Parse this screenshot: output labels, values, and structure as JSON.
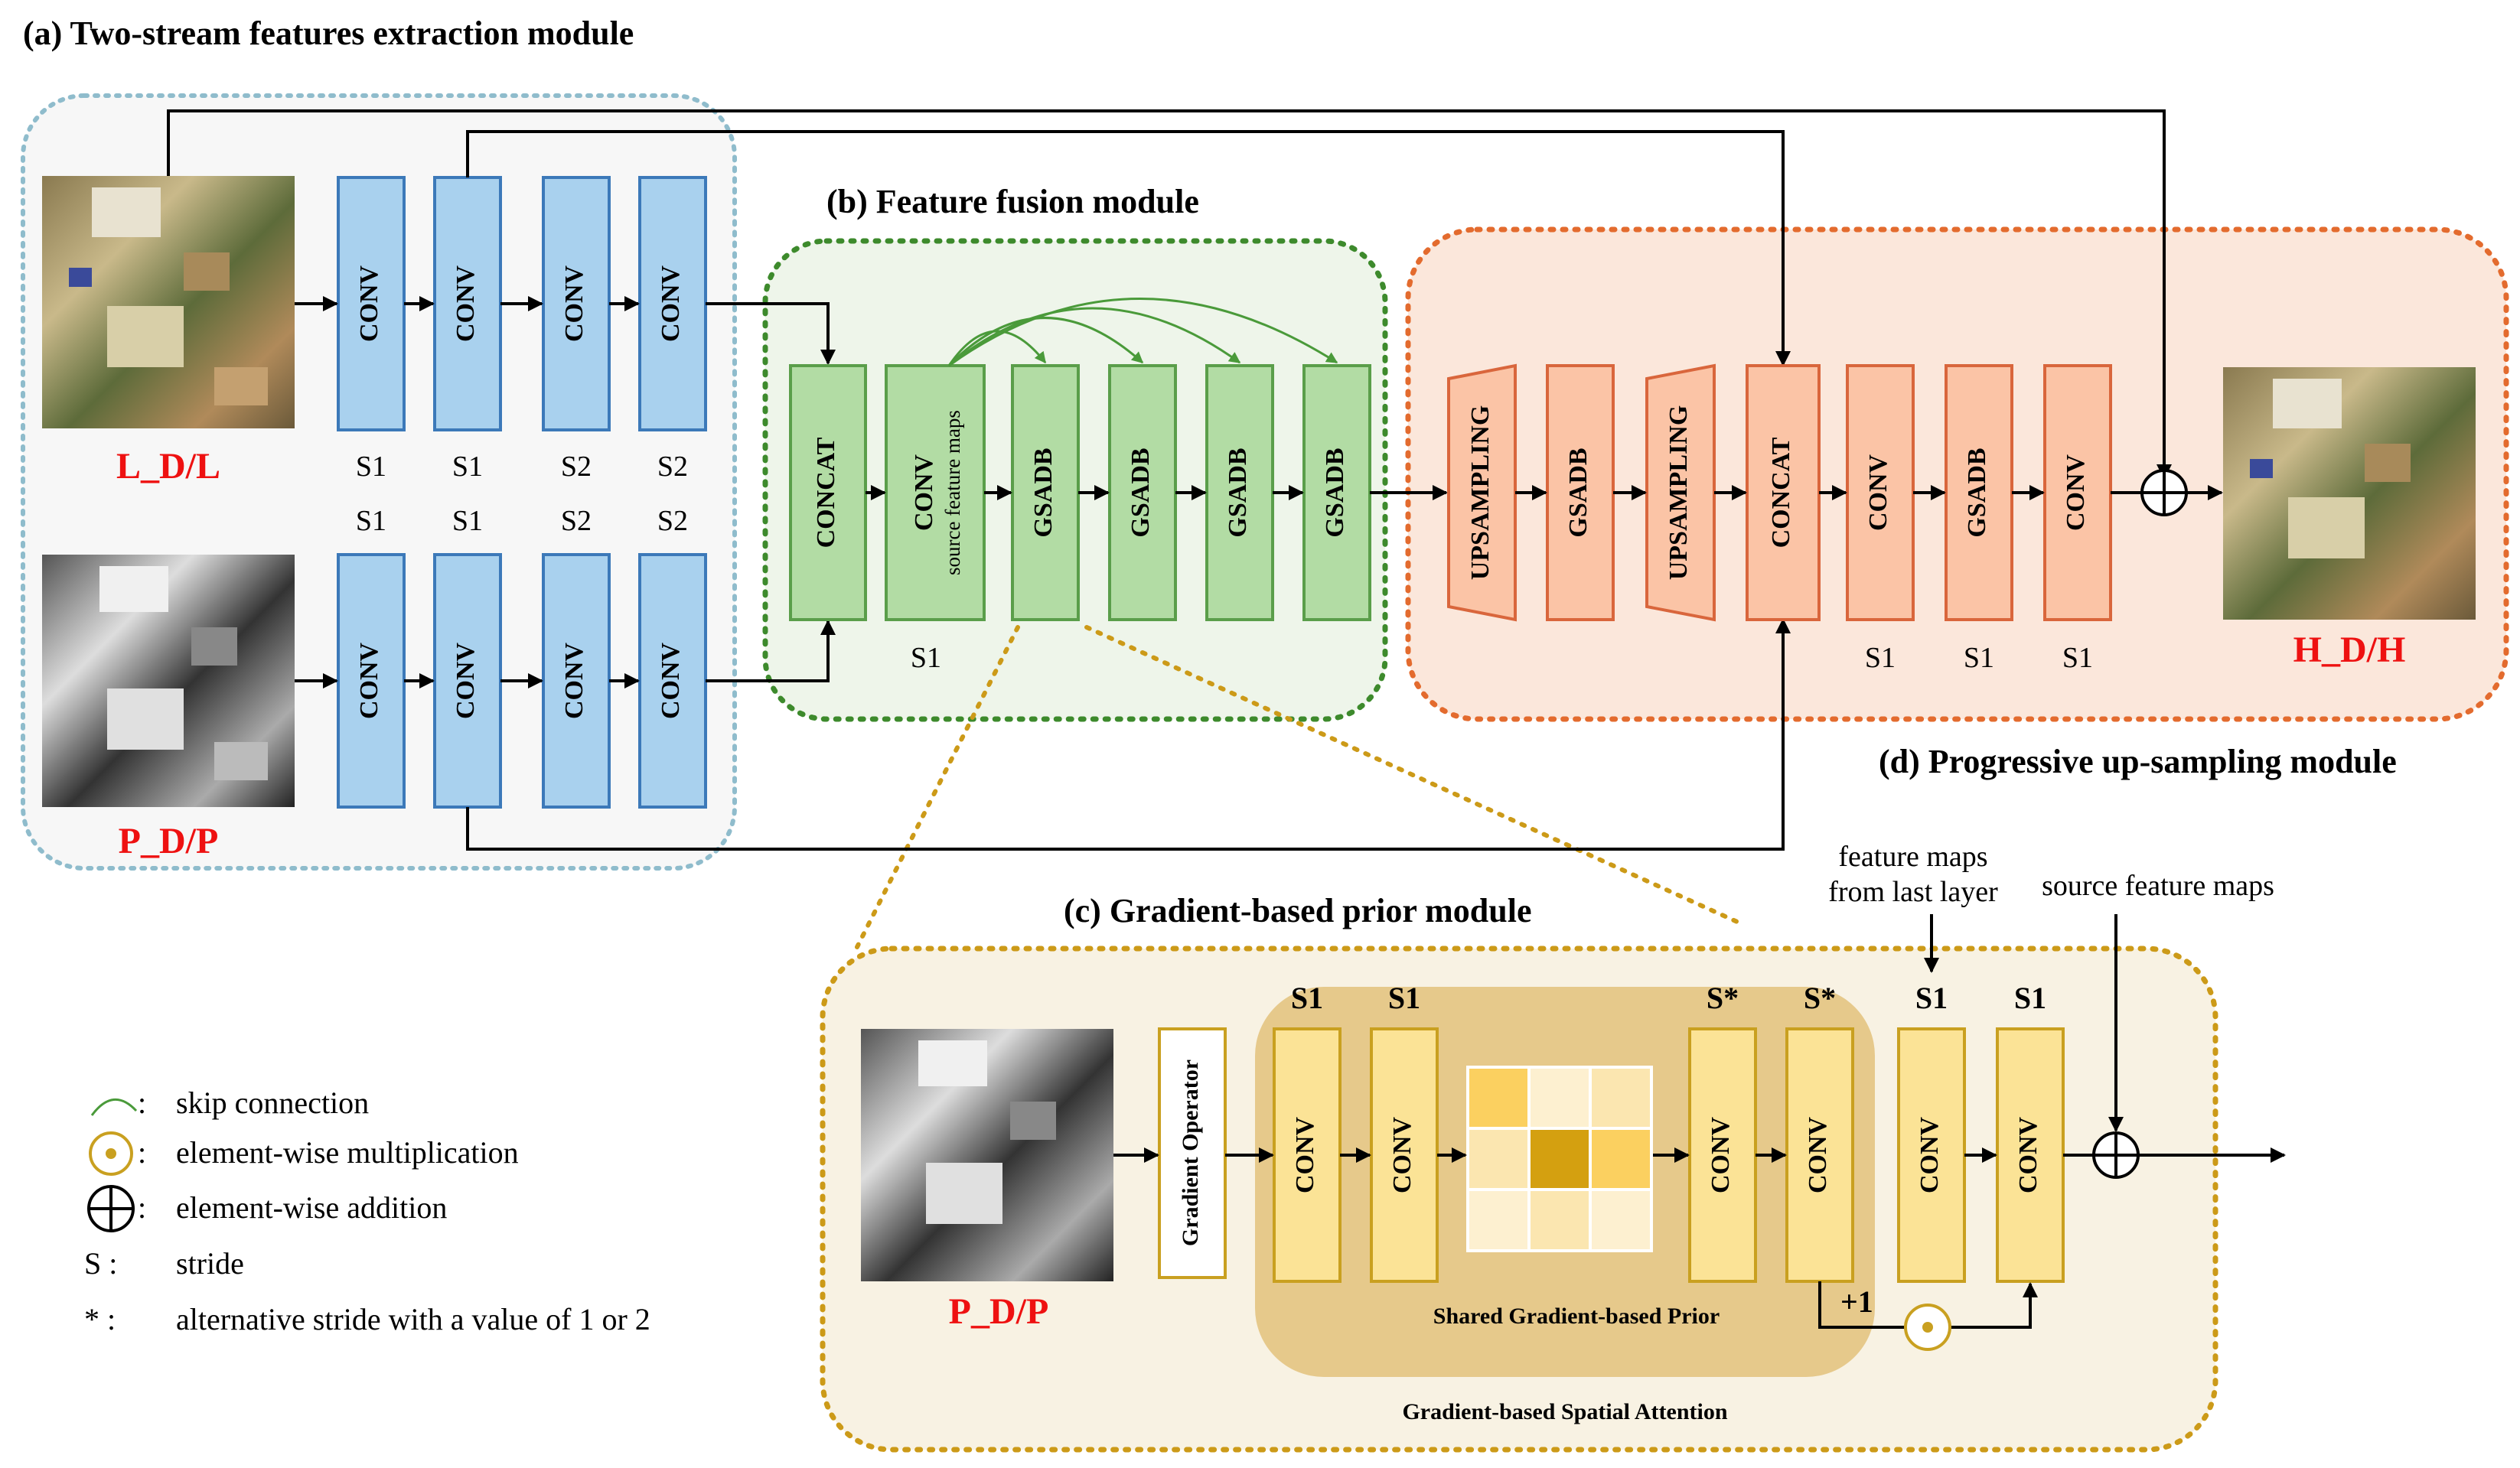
{
  "titles": {
    "a": "(a) Two-stream features extraction module",
    "b": "(b) Feature fusion module",
    "c": "(c) Gradient-based prior module",
    "d": "(d) Progressive up-sampling module"
  },
  "labels": {
    "ms_input": "L_D/L",
    "pan_input": "P_D/P",
    "output": "H_D/H",
    "pan_input_c": "P_D/P",
    "source_feature_maps_inner": "source feature maps",
    "shared_prior": "Shared Gradient-based Prior",
    "spatial_attention": "Gradient-based Spatial Attention",
    "feature_maps_last_1": "feature maps",
    "feature_maps_last_2": "from last layer",
    "source_feature_maps": "source feature maps",
    "plus_one": "+1"
  },
  "blocks": {
    "conv": "CONV",
    "concat": "CONCAT",
    "gsadb": "GSADB",
    "upsampling": "UPSAMPLING",
    "gradient_operator": "Gradient Operator"
  },
  "strides": {
    "s1": "S1",
    "s2": "S2",
    "s_star": "S*"
  },
  "legend": [
    {
      "symbol": ":",
      "text": "skip connection"
    },
    {
      "symbol": ":",
      "text": "element-wise multiplication"
    },
    {
      "symbol": ":",
      "text": "element-wise addition"
    },
    {
      "symbol": "S  :",
      "text": "stride"
    },
    {
      "symbol": "*  :",
      "text": "alternative stride  with a value of 1 or 2"
    }
  ],
  "colors": {
    "blue_fill": "#a9d1ee",
    "blue_stroke": "#3c79b9",
    "green_fill": "#b2dca4",
    "green_stroke": "#5a9e4a",
    "orange_fill": "#fbc4a6",
    "orange_stroke": "#d9663c",
    "yellow_fill": "#fbe396",
    "yellow_stroke": "#c9a020",
    "gold_region": "#e6c98b",
    "red_text": "#ee1111"
  }
}
